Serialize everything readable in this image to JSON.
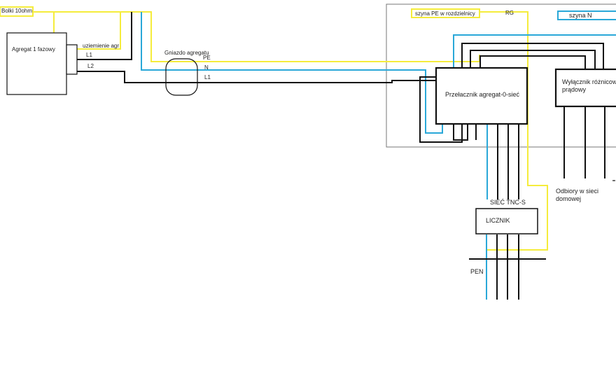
{
  "labels": {
    "earthing_rods": "Bolki 10ohm",
    "generator": "Agregat 1 fazowy",
    "generator_earth": "uziemienie agr",
    "gen_l1": "L1",
    "gen_l2": "L2",
    "socket": "Gniazdo agregatu",
    "socket_pe": "PE",
    "socket_n": "N",
    "socket_l1": "L1",
    "pe_bus": "szyna PE w rozdzielnicy",
    "rg": "RG",
    "n_bus": "szyna N",
    "switch": "Przełacznik agregat-0-sieć",
    "rcd": "Wyłącznik różnicowo prądowy",
    "network": "SIEĆ TNC-S",
    "meter": "LICZNIK",
    "loads": "Odbiory w sieci domowej",
    "pen": "PEN"
  },
  "colors": {
    "pe": "#f5ec3c",
    "neutral": "#2aa8d8",
    "phase": "#111111",
    "frame": "#777777"
  }
}
